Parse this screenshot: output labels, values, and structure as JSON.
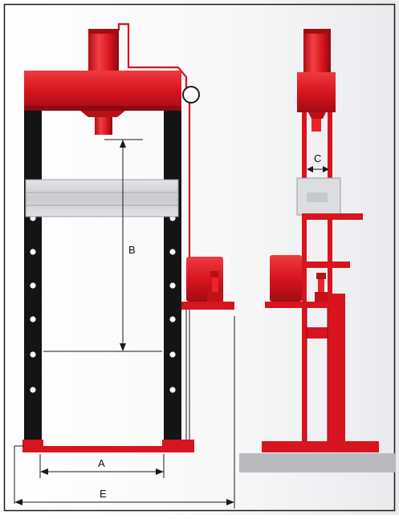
{
  "diagram": {
    "labels": {
      "a": "A",
      "b": "B",
      "c": "C",
      "e": "E"
    },
    "colors": {
      "frame_red": "#d8141f",
      "dark_red": "#9e0b12",
      "black_post": "#141414",
      "bolster": "#cfd0d4",
      "floor": "#b8babd",
      "border": "#1a1a1a"
    }
  }
}
